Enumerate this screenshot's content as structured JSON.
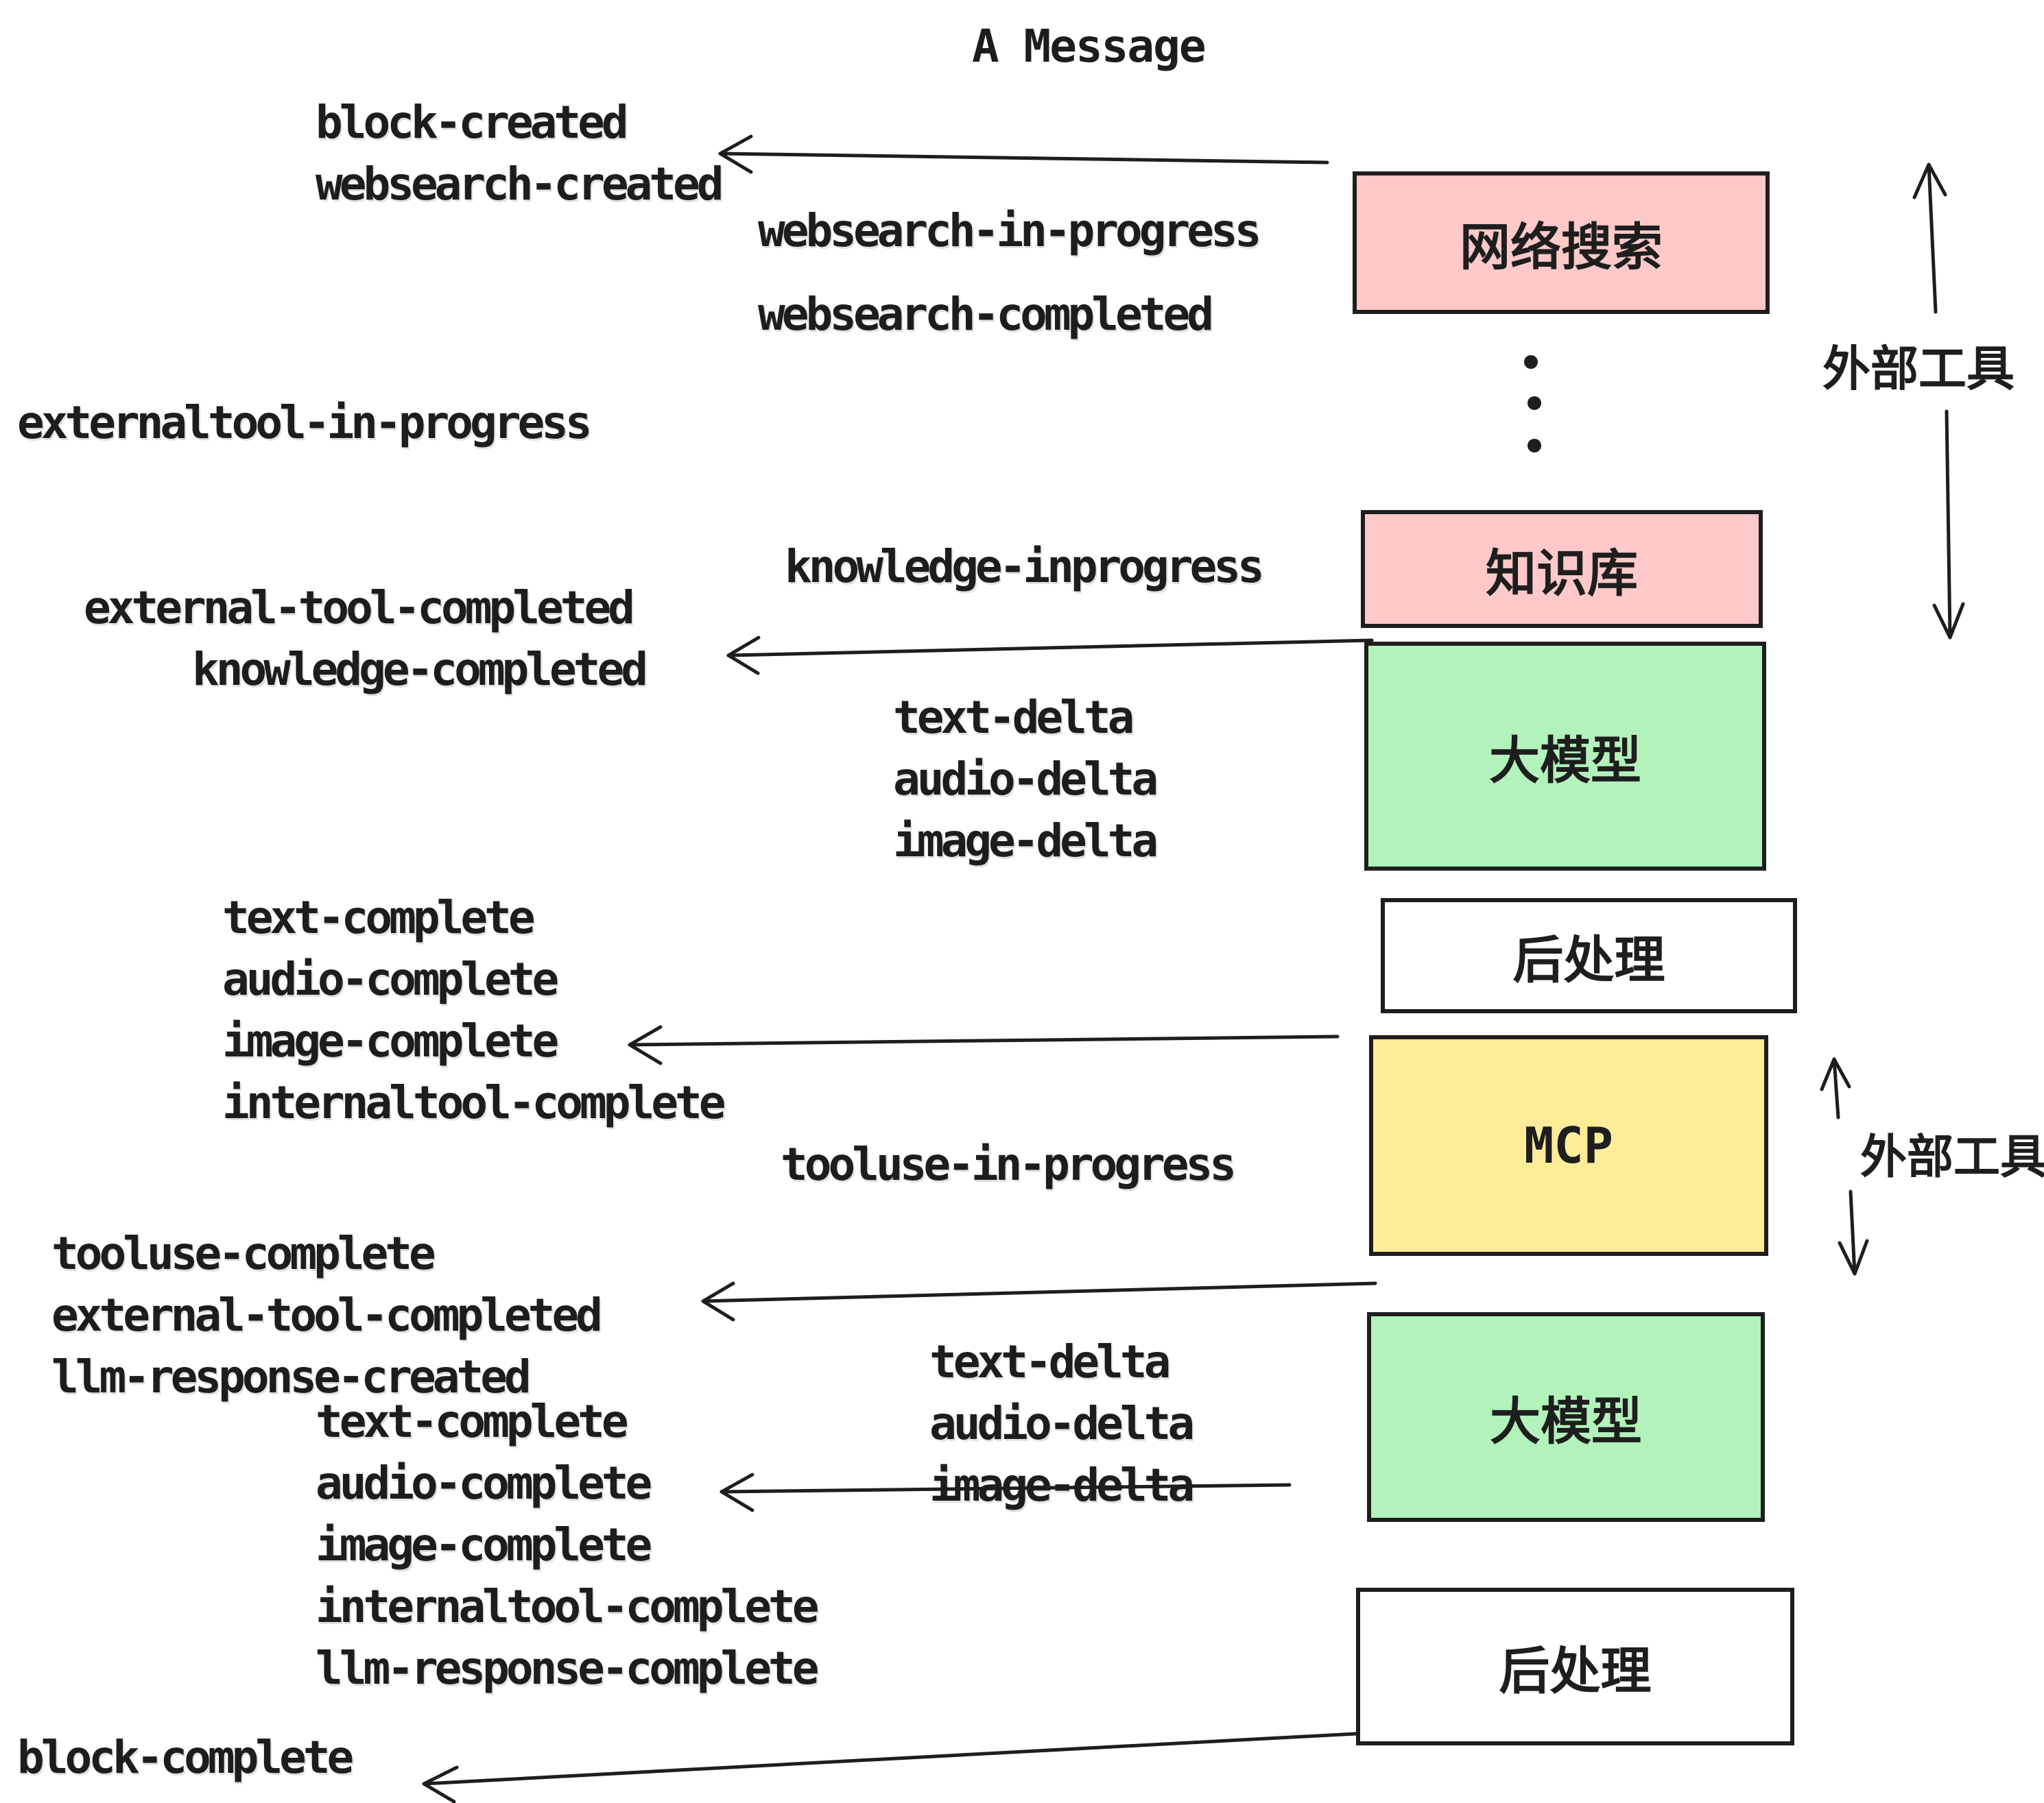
{
  "title": "A Message",
  "events": [
    "block-created",
    "websearch-created",
    "websearch-in-progress",
    "websearch-completed",
    "externaltool-in-progress",
    "knowledge-inprogress",
    "external-tool-completed",
    "knowledge-completed",
    "text-delta",
    "audio-delta",
    "image-delta",
    "text-complete",
    "audio-complete",
    "image-complete",
    "internaltool-complete",
    "tooluse-in-progress",
    "tooluse-complete",
    "external-tool-completed",
    "llm-response-created",
    "text-complete",
    "audio-complete",
    "image-complete",
    "internaltool-complete",
    "llm-response-complete",
    "block-complete"
  ],
  "boxes": [
    {
      "label": "网络搜索",
      "color": "#ffc9c9"
    },
    {
      "label": "知识库",
      "color": "#ffc9c9"
    },
    {
      "label": "大模型",
      "color": "#b2f2bb"
    },
    {
      "label": "后处理",
      "color": "#ffffff"
    },
    {
      "label": "MCP",
      "color": "#ffec99"
    },
    {
      "label": "大模型",
      "color": "#b2f2bb"
    },
    {
      "label": "后处理",
      "color": "#ffffff"
    }
  ],
  "side_labels": [
    "外部工具",
    "外部工具"
  ],
  "colors": {
    "box_pink": "#ffc9c9",
    "box_green": "#b2f2bb",
    "box_yellow": "#ffec99",
    "box_white": "#ffffff",
    "stroke": "#1e1e1e",
    "text": "#1d1d1d",
    "background": "#ffffff"
  }
}
